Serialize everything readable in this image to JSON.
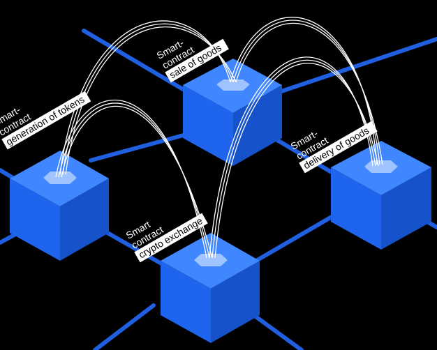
{
  "labels": {
    "tokens": {
      "line1": "Smart-",
      "line2": "contract",
      "line3": "generation of tokens"
    },
    "sale": {
      "line1": "Smart-",
      "line2": "contract",
      "line3": "sale of goods"
    },
    "delivery": {
      "line1": "Smart-",
      "line2": "contract",
      "line3": "delivery of goods"
    },
    "exchange": {
      "line1": "Smart",
      "line2": "contract",
      "line3": "crypto exchange"
    }
  },
  "colors": {
    "background": "#000000",
    "cube_top": "#3f86ff",
    "cube_left": "#1e64ec",
    "cube_right": "#1652c9",
    "grid_line": "#1f5fe0",
    "hexagon": "#9fc4ff",
    "arc": "#ffffff"
  }
}
